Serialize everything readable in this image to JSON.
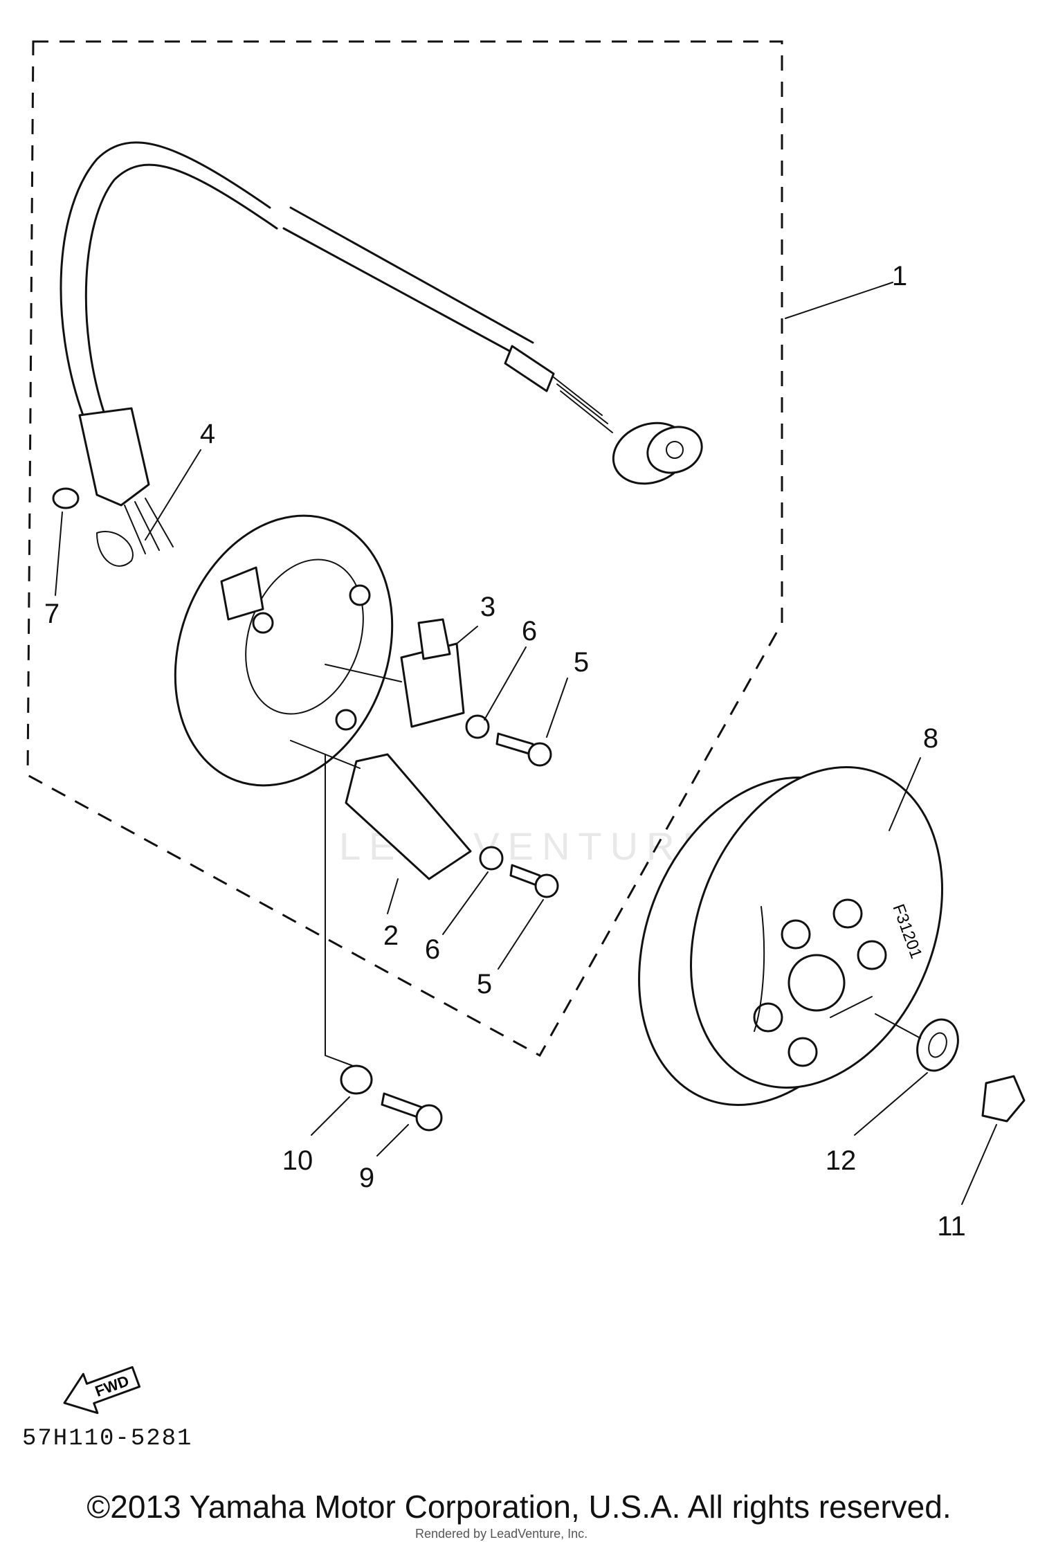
{
  "diagram": {
    "callouts": [
      "1",
      "2",
      "3",
      "4",
      "5",
      "6",
      "5",
      "6",
      "7",
      "8",
      "9",
      "10",
      "11",
      "12"
    ],
    "fwd_label": "FWD",
    "magneto_marking": "F31201",
    "figure_code": "57H110-5281",
    "watermark_text": "LEADVENTURE",
    "watermark_credit": "Rendered by LeadVenture, Inc.",
    "copyright": "©2013 Yamaha Motor Corporation, U.S.A. All rights reserved."
  }
}
